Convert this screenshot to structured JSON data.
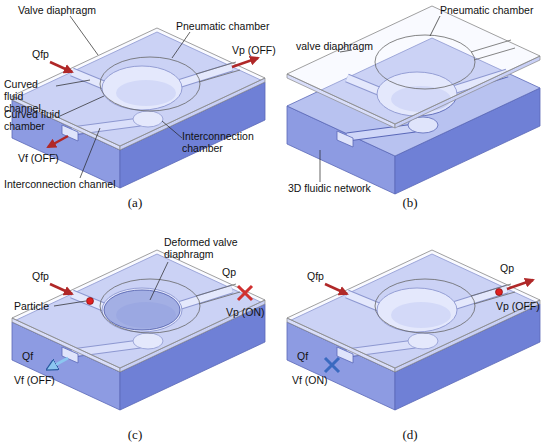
{
  "diagram": {
    "labels": [
      "Valve diaphragm",
      "Pneumatic chamber",
      "Qfp",
      "Curved fluid channel",
      "Vp (OFF)",
      "Curved fluid chamber",
      "Vf (OFF)",
      "Interconnection channel",
      "Interconnection chamber",
      "(a)",
      "Pneumatic chamber",
      "valve diaphragm",
      "3D fluidic network",
      "(b)",
      "Qfp",
      "Deformed valve diaphragm",
      "Particle",
      "Qp",
      "Vp (ON)",
      "Qf",
      "Vf (OFF)",
      "(c)",
      "Qfp",
      "Qp",
      "Vp (OFF)",
      "Qf",
      "Vf (ON)",
      "(d)"
    ]
  }
}
